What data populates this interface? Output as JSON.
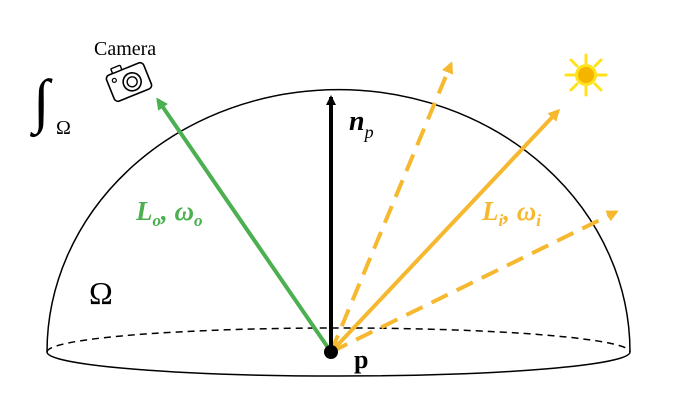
{
  "labels": {
    "integral_sign": "∫",
    "integral_subscript": "Ω",
    "camera": "Camera",
    "domain": "Ω",
    "normal_symbol": "n",
    "normal_subscript": "p",
    "point": "p",
    "outgoing_L": "L",
    "outgoing_L_sub": "o",
    "outgoing_sep": ", ",
    "outgoing_omega": "ω",
    "outgoing_omega_sub": "o",
    "incoming_L": "L",
    "incoming_L_sub": "i",
    "incoming_sep": ", ",
    "incoming_omega": "ω",
    "incoming_omega_sub": "i"
  },
  "icons": {
    "camera": "camera-icon",
    "sun": "sun-icon"
  },
  "colors": {
    "outgoing": "#4caf50",
    "incoming": "#f5b82e",
    "normal": "#000000",
    "hemisphere": "#000000",
    "sun_core": "#f4b400",
    "sun_rays": "#ffe21a"
  }
}
